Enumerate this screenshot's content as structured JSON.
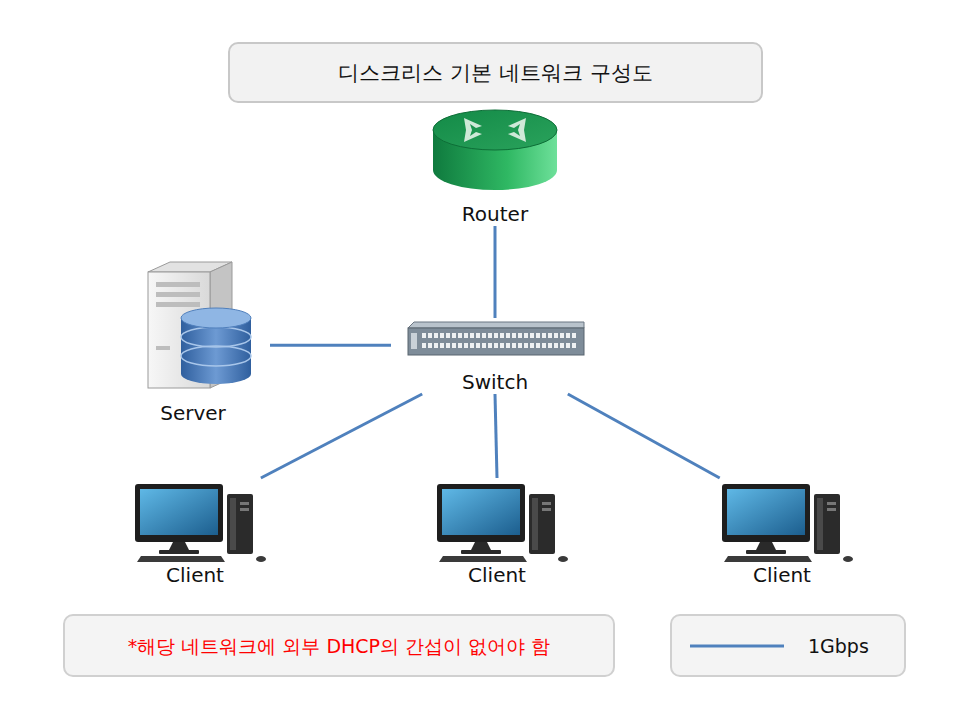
{
  "diagram": {
    "title": "디스크리스 기본 네트워크 구성도",
    "nodes": [
      {
        "text": [
          "Router"
        ]
      },
      {
        "text": [
          "Server"
        ]
      },
      {
        "text": [
          "Switch"
        ]
      },
      {
        "text": [
          "Client"
        ]
      },
      {
        "text": [
          "Client"
        ]
      },
      {
        "text": [
          "Client"
        ]
      },
      {
        "text": [
          "*해당 네트워크에 외부 DHCP의 간섭이 없어야 함"
        ]
      }
    ],
    "edges": [
      {
        "from": 0,
        "to": 2,
        "arrow": "none"
      },
      {
        "from": 1,
        "to": 2,
        "arrow": "none"
      },
      {
        "from": 2,
        "to": 3,
        "arrow": "none"
      },
      {
        "from": 2,
        "to": 4,
        "arrow": "none"
      },
      {
        "from": 2,
        "to": 5,
        "arrow": "none"
      }
    ],
    "legend": [
      {
        "text": "1Gbps"
      }
    ]
  }
}
